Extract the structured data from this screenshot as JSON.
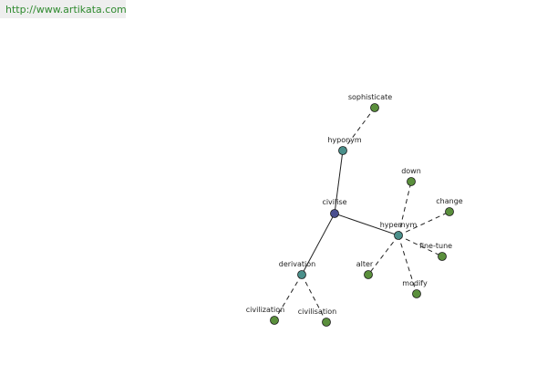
{
  "header": {
    "url": "http://www.artikata.com"
  },
  "colors": {
    "root_node": "#4a4f8f",
    "relation_node": "#4a8f8a",
    "word_node": "#5a8f3c",
    "edge": "#222222"
  },
  "graph": {
    "nodes": [
      {
        "id": "civilise",
        "label": "civilise",
        "kind": "root"
      },
      {
        "id": "hyponym",
        "label": "hyponym",
        "kind": "relation"
      },
      {
        "id": "hypernym",
        "label": "hypernym",
        "kind": "relation"
      },
      {
        "id": "derivation",
        "label": "derivation",
        "kind": "relation"
      },
      {
        "id": "sophisticate",
        "label": "sophisticate",
        "kind": "word"
      },
      {
        "id": "down",
        "label": "down",
        "kind": "word"
      },
      {
        "id": "change",
        "label": "change",
        "kind": "word"
      },
      {
        "id": "fine-tune",
        "label": "fine-tune",
        "kind": "word"
      },
      {
        "id": "alter",
        "label": "alter",
        "kind": "word"
      },
      {
        "id": "modify",
        "label": "modify",
        "kind": "word"
      },
      {
        "id": "civilization",
        "label": "civilization",
        "kind": "word"
      },
      {
        "id": "civilisation",
        "label": "civilisation",
        "kind": "word"
      }
    ],
    "edges": [
      {
        "from": "civilise",
        "to": "hyponym",
        "style": "solid"
      },
      {
        "from": "civilise",
        "to": "hypernym",
        "style": "solid"
      },
      {
        "from": "civilise",
        "to": "derivation",
        "style": "solid"
      },
      {
        "from": "hyponym",
        "to": "sophisticate",
        "style": "dashed"
      },
      {
        "from": "hypernym",
        "to": "down",
        "style": "dashed"
      },
      {
        "from": "hypernym",
        "to": "change",
        "style": "dashed"
      },
      {
        "from": "hypernym",
        "to": "fine-tune",
        "style": "dashed"
      },
      {
        "from": "hypernym",
        "to": "alter",
        "style": "dashed"
      },
      {
        "from": "hypernym",
        "to": "modify",
        "style": "dashed"
      },
      {
        "from": "derivation",
        "to": "civilization",
        "style": "dashed"
      },
      {
        "from": "derivation",
        "to": "civilisation",
        "style": "dashed"
      }
    ]
  }
}
